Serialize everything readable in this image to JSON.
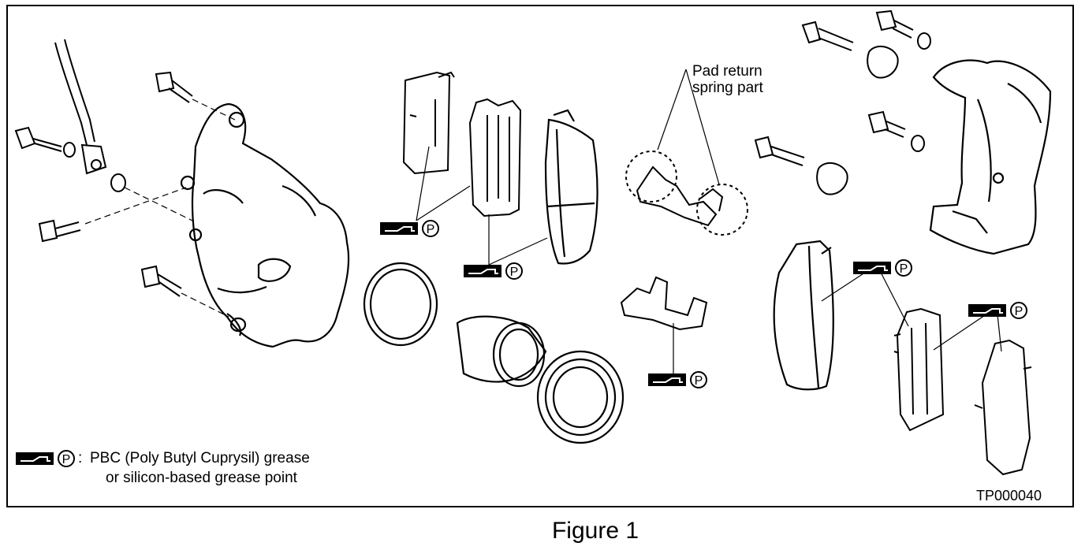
{
  "callout": {
    "pad_return_line1": "Pad return",
    "pad_return_line2": "spring part"
  },
  "grease_symbol": {
    "letter": "P"
  },
  "legend": {
    "colon": ":",
    "line1": "PBC (Poly Butyl Cuprysil) grease",
    "line2": "or silicon-based grease point"
  },
  "figure_code": "TP000040",
  "caption": "Figure 1"
}
